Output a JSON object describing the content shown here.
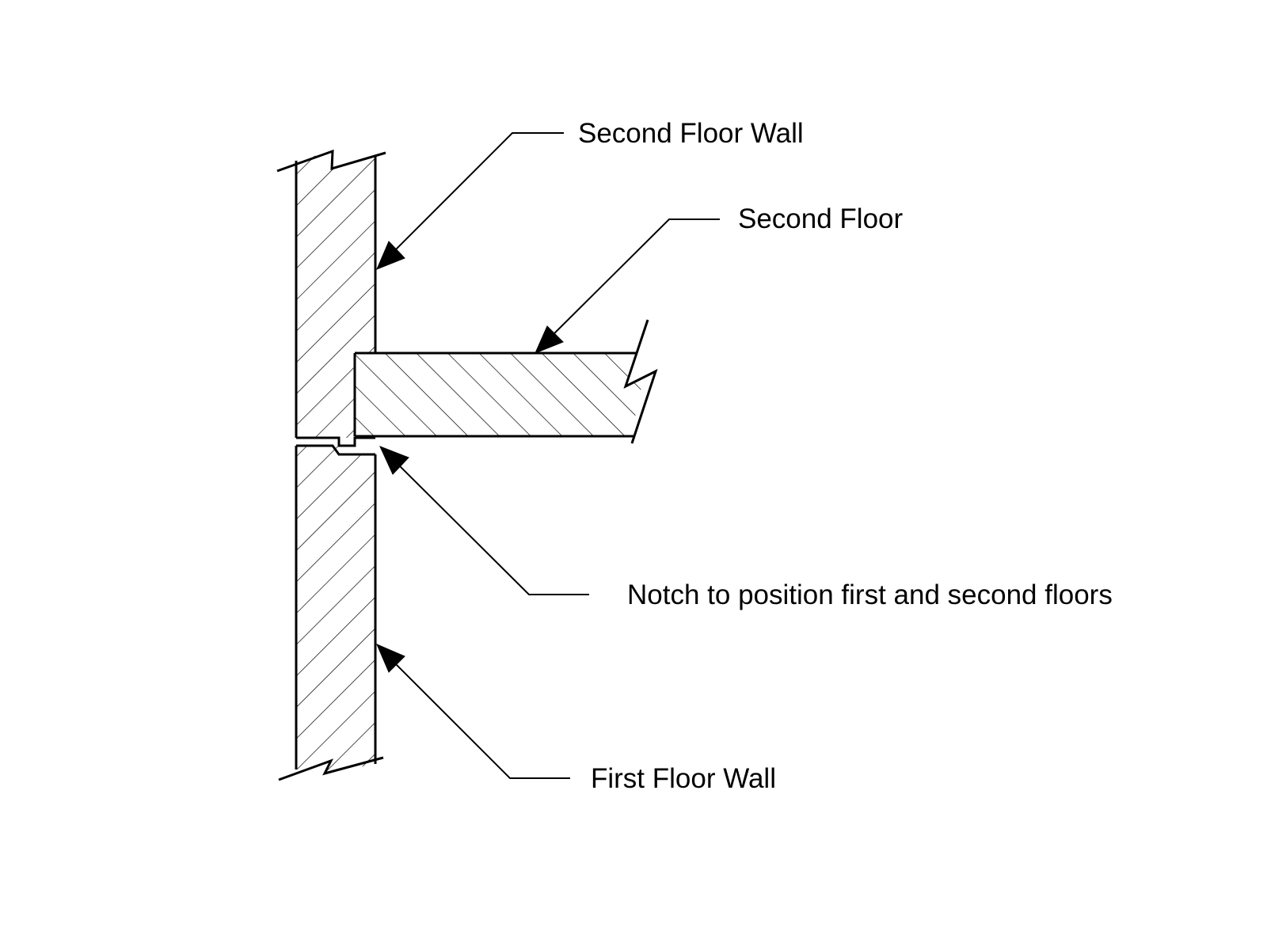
{
  "labels": {
    "second_floor_wall": "Second Floor Wall",
    "second_floor": "Second Floor",
    "notch": "Notch to position first and second floors",
    "first_floor_wall": "First Floor Wall"
  }
}
